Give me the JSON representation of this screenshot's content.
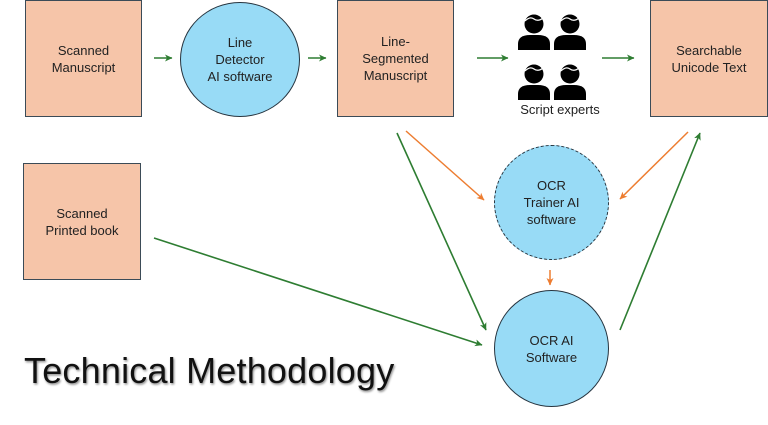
{
  "title": "Technical Methodology",
  "nodes": {
    "scanned_manuscript": "Scanned\nManuscript",
    "line_detector": "Line\nDetector\nAI software",
    "line_segmented": "Line-\nSegmented\nManuscript",
    "script_experts": "Script experts",
    "searchable_text": "Searchable\nUnicode Text",
    "scanned_printed_book": "Scanned\nPrinted book",
    "ocr_trainer": "OCR\nTrainer AI\nsoftware",
    "ocr_ai": "OCR AI\nSoftware"
  },
  "colors": {
    "box_fill": "#f6c5a9",
    "circle_fill": "#98dbf6",
    "outline": "#26343f",
    "flow_arrow": "#2e7d32",
    "training_arrow": "#ed7d31"
  },
  "edges": [
    {
      "from": "scanned_manuscript",
      "to": "line_detector",
      "kind": "flow"
    },
    {
      "from": "line_detector",
      "to": "line_segmented",
      "kind": "flow"
    },
    {
      "from": "line_segmented",
      "to": "script_experts",
      "kind": "flow"
    },
    {
      "from": "script_experts",
      "to": "searchable_text",
      "kind": "flow"
    },
    {
      "from": "line_segmented",
      "to": "ocr_trainer",
      "kind": "training"
    },
    {
      "from": "searchable_text",
      "to": "ocr_trainer",
      "kind": "training"
    },
    {
      "from": "ocr_trainer",
      "to": "ocr_ai",
      "kind": "training"
    },
    {
      "from": "line_segmented",
      "to": "ocr_ai",
      "kind": "flow"
    },
    {
      "from": "scanned_printed_book",
      "to": "ocr_ai",
      "kind": "flow"
    },
    {
      "from": "ocr_ai",
      "to": "searchable_text",
      "kind": "flow"
    }
  ]
}
